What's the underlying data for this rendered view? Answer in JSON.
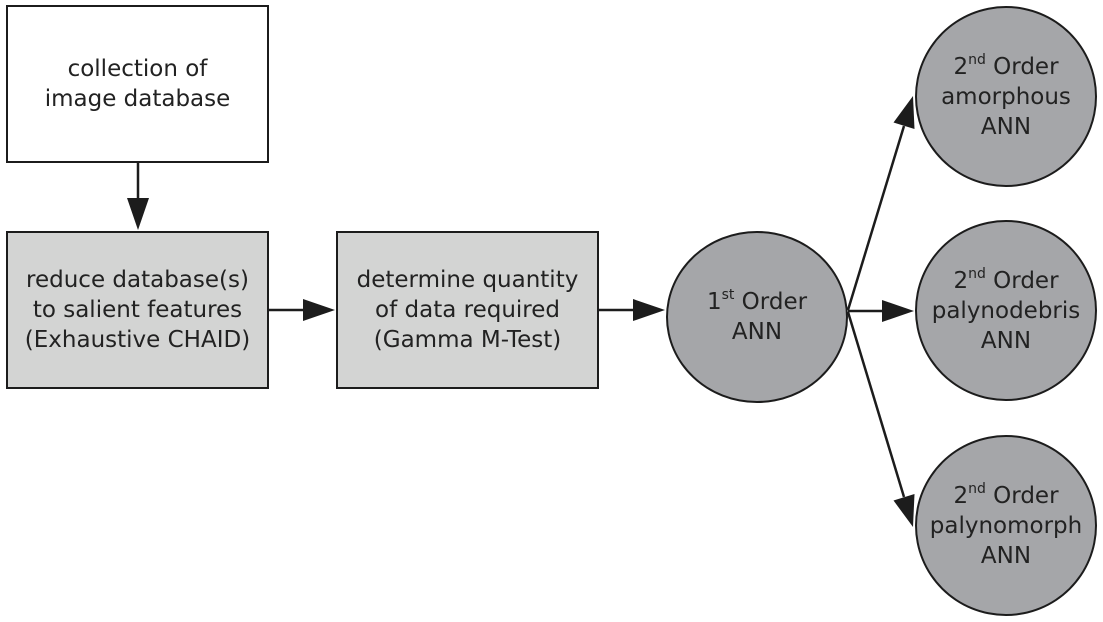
{
  "nodes": {
    "collection": {
      "lines": [
        "collection of",
        "image database"
      ]
    },
    "reduce": {
      "lines": [
        "reduce database(s)",
        "to salient features",
        "(Exhaustive CHAID)"
      ]
    },
    "determine": {
      "lines": [
        "determine quantity",
        "of data required",
        "(Gamma M-Test)"
      ]
    },
    "first_order": {
      "num": "1",
      "sup": "st",
      "rest": " Order",
      "lines": [
        "ANN"
      ]
    },
    "amorphous": {
      "num": "2",
      "sup": "nd",
      "rest": " Order",
      "lines": [
        "amorphous",
        "ANN"
      ]
    },
    "palynodebris": {
      "num": "2",
      "sup": "nd",
      "rest": " Order",
      "lines": [
        "palynodebris",
        "ANN"
      ]
    },
    "palynomorph": {
      "num": "2",
      "sup": "nd",
      "rest": " Order",
      "lines": [
        "palynomorph",
        "ANN"
      ]
    }
  },
  "colors": {
    "stroke": "#1c1c1c",
    "box_white": "#ffffff",
    "box_grey": "#d3d4d3",
    "circle_fill": "#a5a6a9",
    "text": "#222222"
  }
}
